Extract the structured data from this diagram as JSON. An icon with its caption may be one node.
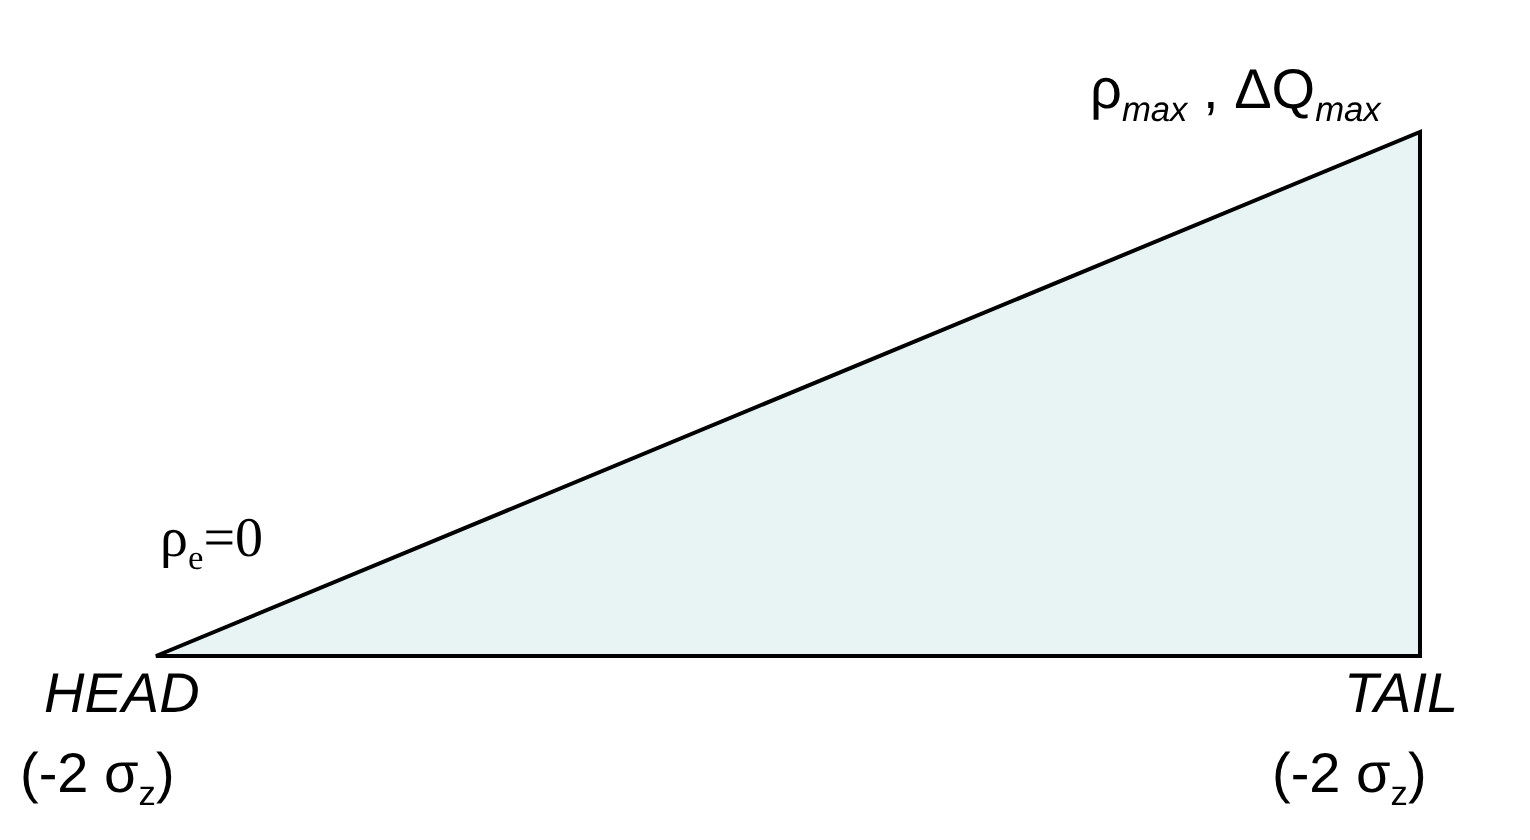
{
  "diagram": {
    "labels": [
      "ρ$_{max}$ , ΔQ$_{max}$",
      "ρ$_{e}$=0",
      "HEAD",
      "(-2 σ$_{z}$)",
      "TAIL",
      "(-2 σ$_{z}$)"
    ]
  }
}
